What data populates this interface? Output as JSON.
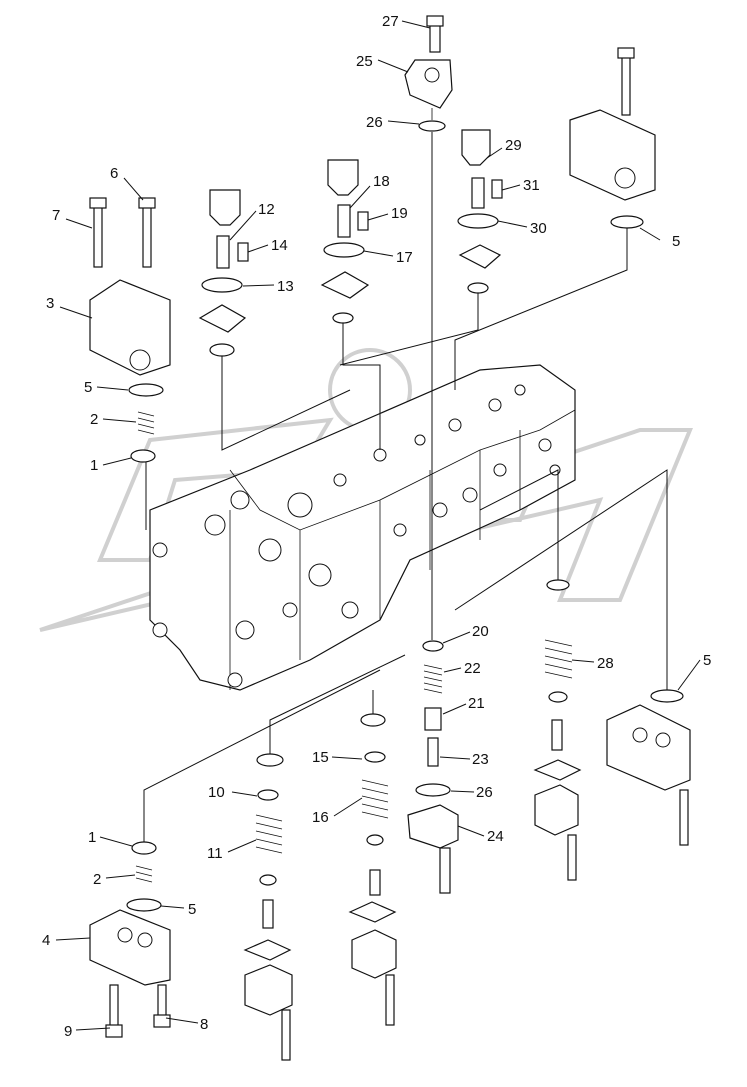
{
  "diagram": {
    "callouts": [
      {
        "id": "c27",
        "label": "27"
      },
      {
        "id": "c25",
        "label": "25"
      },
      {
        "id": "c26a",
        "label": "26"
      },
      {
        "id": "c29",
        "label": "29"
      },
      {
        "id": "c31",
        "label": "31"
      },
      {
        "id": "c30",
        "label": "30"
      },
      {
        "id": "c18",
        "label": "18"
      },
      {
        "id": "c19",
        "label": "19"
      },
      {
        "id": "c17",
        "label": "17"
      },
      {
        "id": "c12",
        "label": "12"
      },
      {
        "id": "c14",
        "label": "14"
      },
      {
        "id": "c13",
        "label": "13"
      },
      {
        "id": "c6",
        "label": "6"
      },
      {
        "id": "c7",
        "label": "7"
      },
      {
        "id": "c3",
        "label": "3"
      },
      {
        "id": "c5a",
        "label": "5"
      },
      {
        "id": "c2a",
        "label": "2"
      },
      {
        "id": "c1a",
        "label": "1"
      },
      {
        "id": "c5b",
        "label": "5"
      },
      {
        "id": "c20",
        "label": "20"
      },
      {
        "id": "c22",
        "label": "22"
      },
      {
        "id": "c28",
        "label": "28"
      },
      {
        "id": "c21",
        "label": "21"
      },
      {
        "id": "c5c",
        "label": "5"
      },
      {
        "id": "c15",
        "label": "15"
      },
      {
        "id": "c23",
        "label": "23"
      },
      {
        "id": "c10",
        "label": "10"
      },
      {
        "id": "c26b",
        "label": "26"
      },
      {
        "id": "c16",
        "label": "16"
      },
      {
        "id": "c24",
        "label": "24"
      },
      {
        "id": "c11",
        "label": "11"
      },
      {
        "id": "c1b",
        "label": "1"
      },
      {
        "id": "c2b",
        "label": "2"
      },
      {
        "id": "c5d",
        "label": "5"
      },
      {
        "id": "c4",
        "label": "4"
      },
      {
        "id": "c9",
        "label": "9"
      },
      {
        "id": "c8",
        "label": "8"
      }
    ]
  }
}
